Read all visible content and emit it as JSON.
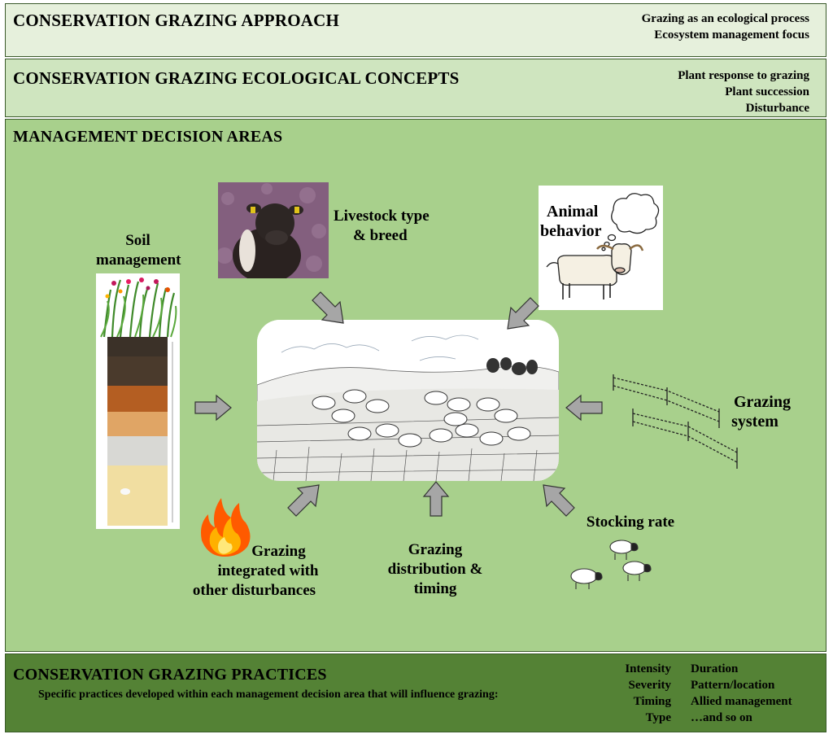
{
  "approach": {
    "title": "CONSERVATION GRAZING APPROACH",
    "items": [
      "Grazing as an ecological process",
      "Ecosystem management focus"
    ]
  },
  "concepts": {
    "title": "CONSERVATION GRAZING ECOLOGICAL CONCEPTS",
    "items": [
      "Plant response to grazing",
      "Plant succession",
      "Disturbance"
    ]
  },
  "decisions": {
    "title": "MANAGEMENT DECISION AREAS",
    "soil": [
      "Soil",
      "management"
    ],
    "livestock": [
      "Livestock type",
      "& breed"
    ],
    "animal": [
      "Animal",
      "behavior"
    ],
    "system": [
      "Grazing",
      "system"
    ],
    "stocking": "Stocking rate",
    "distribution": [
      "Grazing",
      "distribution &",
      "timing"
    ],
    "disturbance": [
      "Grazing",
      "integrated with",
      "other disturbances"
    ]
  },
  "practices": {
    "title": "CONSERVATION GRAZING PRACTICES",
    "subtitle": "Specific practices developed within each management decision area that will influence grazing:",
    "left": [
      "Intensity",
      "Severity",
      "Timing",
      "Type"
    ],
    "right": [
      "Duration",
      "Pattern/location",
      "Allied management",
      "…and so on"
    ]
  },
  "colors": {
    "band_approach": "#e6f0dc",
    "band_concepts": "#cfe5bf",
    "band_decisions": "#a8d08c",
    "band_practices": "#548235",
    "arrow_fill": "#a6a6a6"
  }
}
